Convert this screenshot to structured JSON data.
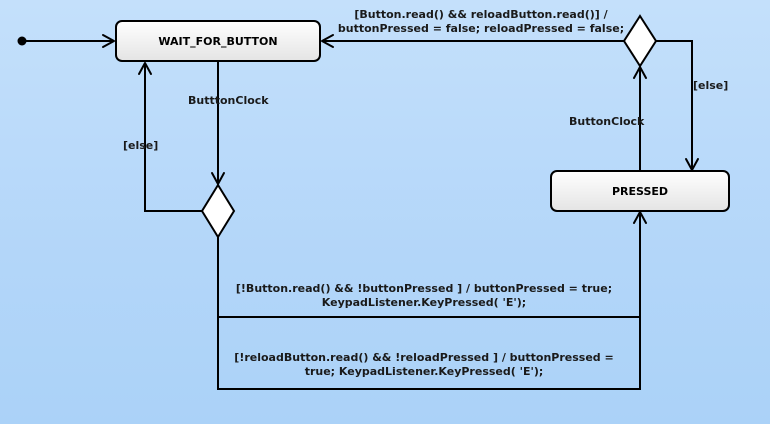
{
  "colors": {
    "background": "#b8d8fa",
    "state_fill_top": "#ffffff",
    "state_fill_bottom": "#e6e6e6",
    "stroke": "#000000"
  },
  "states": {
    "wait_for_button": "WAIT_FOR_BUTTON",
    "pressed": "PRESSED"
  },
  "transitions": {
    "top_guard_line1": "[Button.read() && reloadButton.read()] /",
    "top_guard_line2": "buttonPressed = false; reloadPressed = false;",
    "top_else": "[else]",
    "button_clock_left": "ButttonClock",
    "button_clock_right": "ButtonClock",
    "left_else": "[else]",
    "press_line1": "[!Button.read() && !buttonPressed ] / buttonPressed = true;",
    "press_line2": "KeypadListener.KeyPressed( 'E');",
    "reload_line1": "[!reloadButton.read() && !reloadPressed ] / buttonPressed =",
    "reload_line2": "true; KeypadListener.KeyPressed( 'E');"
  }
}
